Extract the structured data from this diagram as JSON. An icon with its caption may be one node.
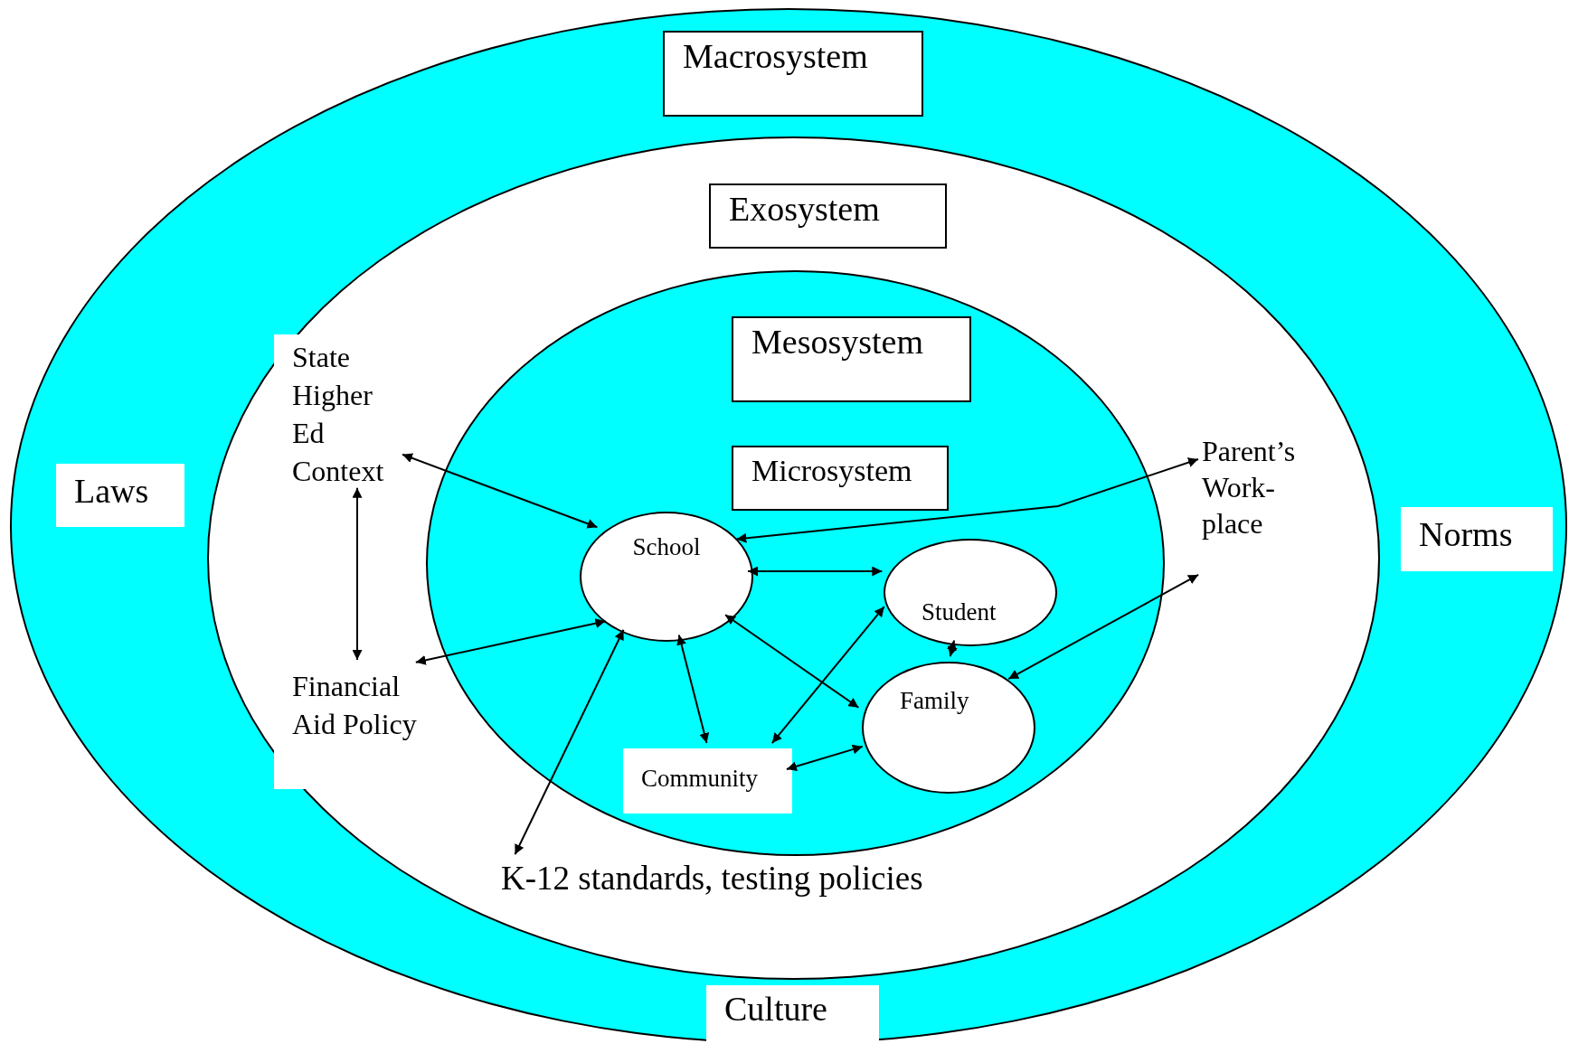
{
  "diagram": {
    "nodes": [
      {
        "text": [],
        "shape": "ellipse"
      },
      {
        "text": [
          "Macrosystem"
        ],
        "in": 0
      },
      {
        "text": [
          "Laws"
        ],
        "in": 0
      },
      {
        "text": [
          "Norms"
        ],
        "in": 0
      },
      {
        "text": [
          "Culture"
        ],
        "in": 0
      },
      {
        "text": [],
        "shape": "ellipse",
        "in": 0
      },
      {
        "text": [
          "Exosystem"
        ],
        "in": 5
      },
      {
        "text": [
          "State Higher Ed Context"
        ],
        "in": 5
      },
      {
        "text": [
          "Financial Aid Policy"
        ],
        "in": 5
      },
      {
        "text": [
          "Parent’s Work- place"
        ],
        "in": 5
      },
      {
        "text": [
          "K-12 standards, testing policies"
        ],
        "in": 5
      },
      {
        "text": [],
        "shape": "ellipse",
        "in": 5
      },
      {
        "text": [
          "Mesosystem"
        ],
        "in": 11
      },
      {
        "text": [
          "Microsystem"
        ],
        "in": 11
      },
      {
        "text": [
          "School"
        ],
        "in": 11
      },
      {
        "text": [
          "Student"
        ],
        "in": 11
      },
      {
        "text": [
          "Family"
        ],
        "in": 11
      },
      {
        "text": [
          "Community"
        ],
        "in": 11
      }
    ],
    "edges": [
      {
        "from": 7,
        "to": 14,
        "arrow": "both"
      },
      {
        "from": 7,
        "to": 8,
        "arrow": "both"
      },
      {
        "from": 8,
        "to": 14,
        "arrow": "both"
      },
      {
        "from": 14,
        "to": 9,
        "arrow": "both"
      },
      {
        "from": 14,
        "to": 15,
        "arrow": "both"
      },
      {
        "from": 15,
        "to": 16,
        "arrow": "both"
      },
      {
        "from": 9,
        "to": 16,
        "arrow": "both"
      },
      {
        "from": 14,
        "to": 16,
        "arrow": "both"
      },
      {
        "from": 17,
        "to": 15,
        "arrow": "both"
      },
      {
        "from": 14,
        "to": 17,
        "arrow": "both"
      },
      {
        "from": 17,
        "to": 16,
        "arrow": "both"
      },
      {
        "from": 14,
        "to": 10,
        "arrow": "both"
      }
    ]
  }
}
